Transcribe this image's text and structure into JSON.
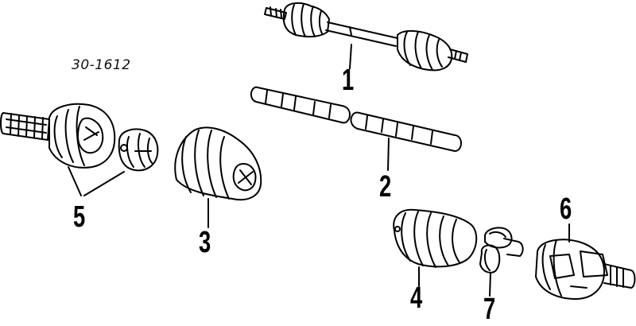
{
  "reference_code": "30-1612",
  "callouts": [
    {
      "id": "1"
    },
    {
      "id": "2"
    },
    {
      "id": "3"
    },
    {
      "id": "4"
    },
    {
      "id": "5"
    },
    {
      "id": "6"
    },
    {
      "id": "7"
    }
  ],
  "colors": {
    "ink": "#000000",
    "background": "#ffffff"
  }
}
